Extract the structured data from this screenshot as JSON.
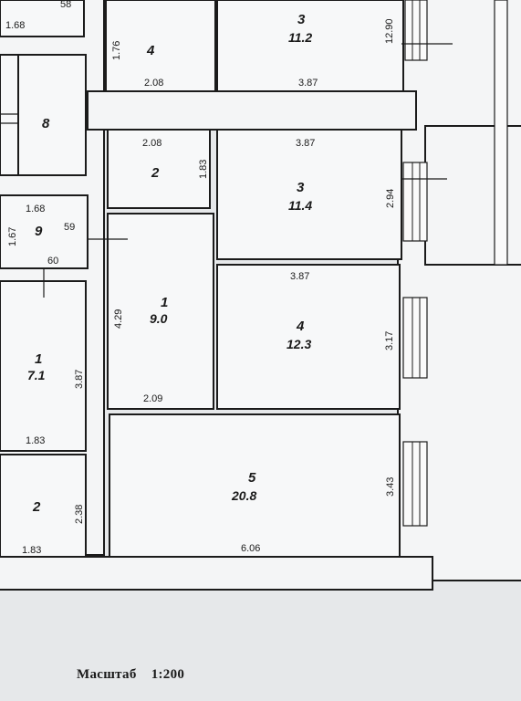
{
  "scale": {
    "label": "Масштаб",
    "value": "1:200"
  },
  "rooms": [
    {
      "id": "top-left-partial",
      "number": "",
      "area": "",
      "dims": [
        "1.68",
        "58"
      ]
    },
    {
      "id": "room-4-top",
      "number": "4",
      "area": "",
      "dims": [
        "1.76",
        "2.08"
      ]
    },
    {
      "id": "room-3-top",
      "number": "3",
      "area": "11.2",
      "dims": [
        "12.90",
        "3.87"
      ]
    },
    {
      "id": "room-8",
      "number": "8",
      "area": "",
      "dims": []
    },
    {
      "id": "room-2-mid",
      "number": "2",
      "area": "",
      "dims": [
        "2.08",
        "1.83"
      ]
    },
    {
      "id": "room-3-mid",
      "number": "3",
      "area": "11.4",
      "dims": [
        "3.87",
        "2.94"
      ]
    },
    {
      "id": "room-9",
      "number": "9",
      "area": "",
      "dims": [
        "1.68",
        "1.67",
        "59",
        "60"
      ]
    },
    {
      "id": "room-1-mid",
      "number": "1",
      "area": "9.0",
      "dims": [
        "4.29",
        "2.09"
      ]
    },
    {
      "id": "room-4-mid",
      "number": "4",
      "area": "12.3",
      "dims": [
        "3.87",
        "3.17"
      ]
    },
    {
      "id": "room-1-left",
      "number": "1",
      "area": "7.1",
      "dims": [
        "3.87",
        "1.83"
      ]
    },
    {
      "id": "room-2-left",
      "number": "2",
      "area": "",
      "dims": [
        "2.38",
        "1.83"
      ]
    },
    {
      "id": "room-5",
      "number": "5",
      "area": "20.8",
      "dims": [
        "6.06",
        "3.43"
      ]
    }
  ]
}
